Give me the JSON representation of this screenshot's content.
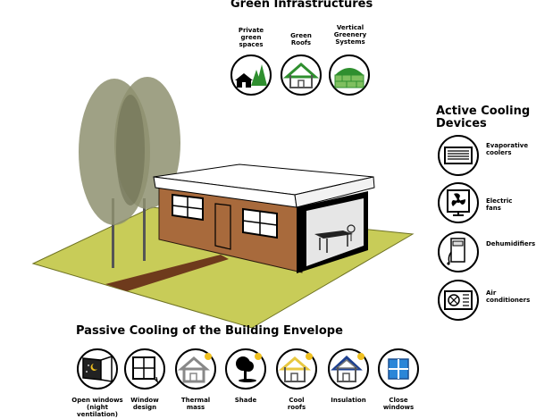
{
  "sections": {
    "green": {
      "title": "Green Infrastructures",
      "items": [
        {
          "label": "Private green spaces",
          "icon": "house-with-trees-icon"
        },
        {
          "label": "Green Roofs",
          "icon": "green-roof-house-icon"
        },
        {
          "label": "Vertical Greenery Systems",
          "icon": "green-wall-icon"
        }
      ]
    },
    "active": {
      "title": "Active Cooling Devices",
      "items": [
        {
          "label": "Evaporative coolers",
          "icon": "evaporative-cooler-icon"
        },
        {
          "label": "Electric fans",
          "icon": "electric-fan-icon"
        },
        {
          "label": "Dehumidifiers",
          "icon": "dehumidifier-icon"
        },
        {
          "label": "Air conditioners",
          "icon": "air-conditioner-icon"
        }
      ]
    },
    "passive": {
      "title": "Passive Cooling of the Building Envelope",
      "items": [
        {
          "label": "Open windows (night ventilation)",
          "icon": "night-window-icon"
        },
        {
          "label": "Window design",
          "icon": "window-icon"
        },
        {
          "label": "Thermal mass",
          "icon": "thermal-mass-house-icon"
        },
        {
          "label": "Shade",
          "icon": "shade-tree-icon"
        },
        {
          "label": "Cool roofs",
          "icon": "cool-roof-house-icon"
        },
        {
          "label": "Insulation",
          "icon": "insulated-house-icon"
        },
        {
          "label": "Close windows",
          "icon": "closed-window-icon"
        }
      ]
    }
  },
  "colors": {
    "lawn": "#c8cc58",
    "brick": "#a86a3c",
    "path": "#6e3a1c",
    "tree": "#8e9070",
    "green_icon": "#2f8f2f",
    "insulation": "#1c3f8f",
    "sun": "#f0c020",
    "glass": "#2a86d8"
  }
}
